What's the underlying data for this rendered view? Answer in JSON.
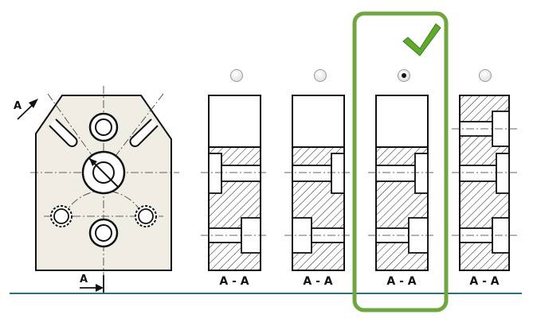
{
  "section_label": "A - A",
  "cut_marker_label": "A",
  "options": [
    {
      "id": "option-1",
      "selected": false
    },
    {
      "id": "option-2",
      "selected": false
    },
    {
      "id": "option-3",
      "selected": true,
      "correct": true
    },
    {
      "id": "option-4",
      "selected": false
    }
  ],
  "colors": {
    "part_fill": "#efede4",
    "correct_frame": "#6fa640",
    "check_mark": "#5fa92f",
    "baseline": "#2f6f7a"
  },
  "icons": {
    "correct": "checkmark-icon"
  }
}
